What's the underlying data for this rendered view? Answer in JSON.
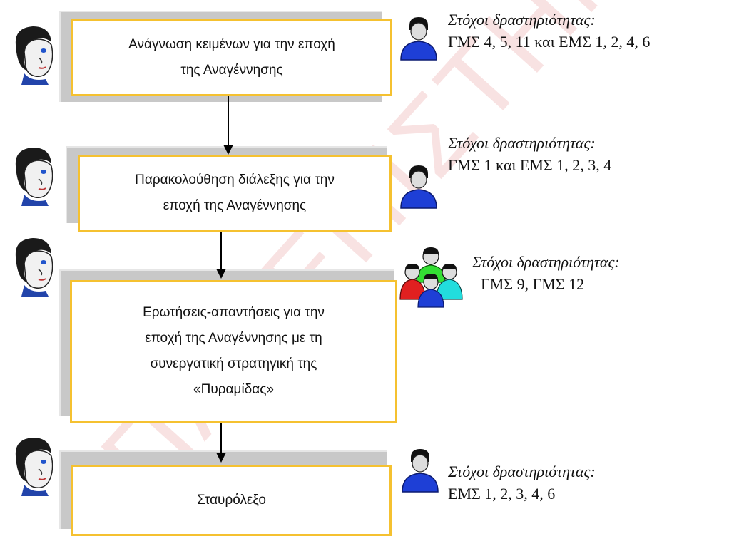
{
  "steps": [
    {
      "text": "Ανάγνωση κειμένων για την εποχή\nτης Αναγέννησης",
      "goal_title": "Στόχοι δραστηριότητας:",
      "goal_values": "ΓΜΣ 4, 5, 11 και ΕΜΣ 1, 2, 4, 6",
      "mode": "individual"
    },
    {
      "text": "Παρακολούθηση διάλεξης για την\nεποχή της Αναγέννησης",
      "goal_title": "Στόχοι δραστηριότητας:",
      "goal_values": "ΓΜΣ 1 και ΕΜΣ 1, 2, 3, 4",
      "mode": "individual"
    },
    {
      "text": "Ερωτήσεις-απαντήσεις για την\nεποχή της Αναγέννησης με τη\nσυνεργατική στρατηγική της\n«Πυραμίδας»",
      "goal_title": "Στόχοι δραστηριότητας:",
      "goal_values": "ΓΜΣ 9, ΓΜΣ 12",
      "mode": "group"
    },
    {
      "text": "Σταυρόλεξο",
      "goal_title": "Στόχοι δραστηριότητας:",
      "goal_values": "ΕΜΣ 1, 2, 3, 4, 6",
      "mode": "individual"
    }
  ],
  "watermark": "ΠΑΝΕΠΙΣΤΗΜΙΟ",
  "colors": {
    "box_border": "#f5c130",
    "shadow": "#c8c8c8",
    "watermark": "#f4cccc"
  }
}
